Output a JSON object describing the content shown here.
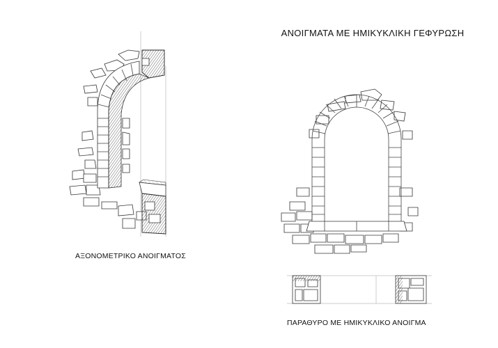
{
  "title": "ΑΝΟΙΓΜΑΤΑ  ΜΕ ΗΜΙΚΥΚΛΙΚΗ ΓΕΦΥΡΩΣΗ",
  "caption_axonometric": "ΑΞΟΝΟΜΕΤΡΙΚΟ ΑΝΟΙΓΜΑΤΟΣ",
  "caption_window": "ΠΑΡΑΘΥΡΟ ΜΕ ΗΜΙΚΥΚΛΙΚΟ ΑΝΟΙΓΜΑ"
}
